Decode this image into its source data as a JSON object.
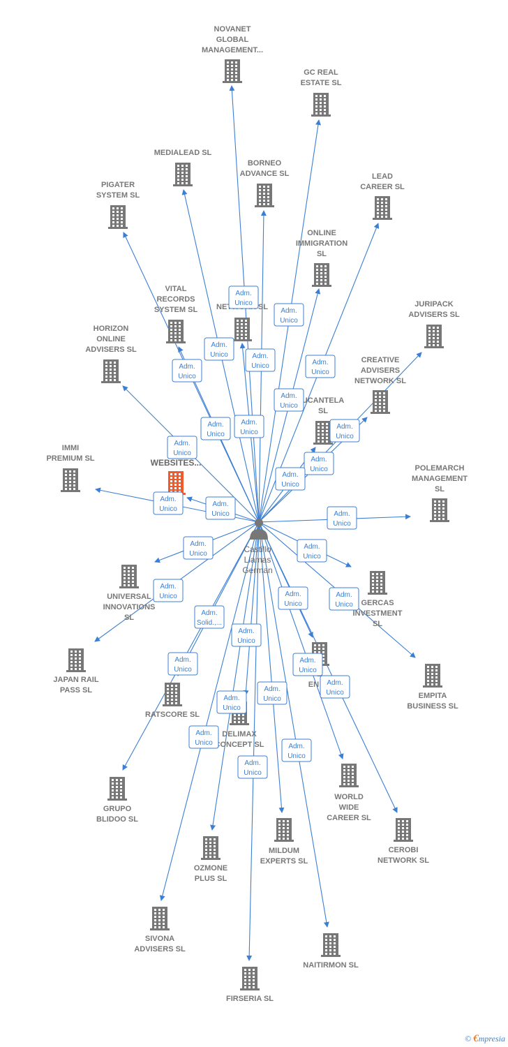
{
  "colors": {
    "edge": "#3b7fd4",
    "building": "#777777",
    "focus_building": "#ef5b2b",
    "person": "#777777"
  },
  "center": {
    "name": [
      "Castillo",
      "Llamas",
      "German"
    ],
    "icon": "person-icon"
  },
  "companies": [
    {
      "id": "novanet",
      "label": [
        "NOVANET",
        "GLOBAL",
        "MANAGEMENT..."
      ],
      "role": "Adm. Unico"
    },
    {
      "id": "gcreal",
      "label": [
        "GC REAL",
        "ESTATE  SL"
      ],
      "role": "Adm. Unico"
    },
    {
      "id": "medialead",
      "label": [
        "MEDIALEAD  SL"
      ],
      "role": "Adm. Unico"
    },
    {
      "id": "borneo",
      "label": [
        "BORNEO",
        "ADVANCE  SL"
      ],
      "role": "Adm. Unico"
    },
    {
      "id": "lead",
      "label": [
        "LEAD",
        "CAREER  SL"
      ],
      "role": "Adm. Unico"
    },
    {
      "id": "pigater",
      "label": [
        "PIGATER",
        "SYSTEM  SL"
      ],
      "role": "Adm. Unico"
    },
    {
      "id": "online",
      "label": [
        "ONLINE",
        "IMMIGRATION",
        "SL"
      ],
      "role": "Adm. Unico"
    },
    {
      "id": "vital",
      "label": [
        "VITAL",
        "RECORDS",
        "SYSTEM  SL"
      ],
      "role": "Adm. Unico"
    },
    {
      "id": "network",
      "label": [
        "P",
        "NETWORK SL"
      ],
      "role": "Adm. Unico"
    },
    {
      "id": "juripack",
      "label": [
        "JURIPACK",
        "ADVISERS  SL"
      ],
      "role": "Adm. Unico"
    },
    {
      "id": "horizon",
      "label": [
        "HORIZON",
        "ONLINE",
        "ADVISERS  SL"
      ],
      "role": "Adm. Unico"
    },
    {
      "id": "creative",
      "label": [
        "CREATIVE",
        "ADVISERS",
        "NETWORK  SL"
      ],
      "role": "Adm. Unico"
    },
    {
      "id": "ucantela",
      "label": [
        "UCANTELA",
        "SL"
      ],
      "role": "Adm. Unico"
    },
    {
      "id": "websites",
      "label": [
        "L",
        "TR",
        "WEBSITES..."
      ],
      "role": "Adm. Unico",
      "focus": true
    },
    {
      "id": "immi",
      "label": [
        "IMMI",
        "PREMIUM  SL"
      ],
      "role": "Adm. Unico"
    },
    {
      "id": "polemarch",
      "label": [
        "POLEMARCH",
        "MANAGEMENT",
        "SL"
      ],
      "role": "Adm. Unico"
    },
    {
      "id": "universal",
      "label": [
        "UNIVERSAL",
        "INNOVATIONS",
        "SL"
      ],
      "role": "Adm. Unico"
    },
    {
      "id": "gercas",
      "label": [
        "GERCAS",
        "INVESTMENT",
        "SL"
      ],
      "role": "Adm. Unico"
    },
    {
      "id": "japan",
      "label": [
        "JAPAN RAIL",
        "PASS  SL"
      ],
      "role": "Adm. Unico"
    },
    {
      "id": "empita",
      "label": [
        "EMPITA",
        "BUSINESS  SL"
      ],
      "role": "Adm. Unico"
    },
    {
      "id": "ratscore",
      "label": [
        "RATSCORE  SL"
      ],
      "role": "Adm. Solid.,..."
    },
    {
      "id": "bzen",
      "label": [
        "B",
        "EN  SL"
      ],
      "role": "Adm. Unico"
    },
    {
      "id": "delimax",
      "label": [
        "DELIMAX",
        "CONCEPT  SL"
      ],
      "role": "Adm. Unico"
    },
    {
      "id": "world",
      "label": [
        "WORLD",
        "WIDE",
        "CAREER  SL"
      ],
      "role": "Adm. Unico"
    },
    {
      "id": "grupo",
      "label": [
        "GRUPO",
        "BLIDOO SL"
      ],
      "role": "Adm. Unico"
    },
    {
      "id": "cerobi",
      "label": [
        "CEROBI",
        "NETWORK  SL"
      ],
      "role": "Adm. Unico"
    },
    {
      "id": "mildum",
      "label": [
        "MILDUM",
        "EXPERTS  SL"
      ],
      "role": "Adm. Unico"
    },
    {
      "id": "ozmone",
      "label": [
        "OZMONE",
        "PLUS  SL"
      ],
      "role": "Adm. Unico"
    },
    {
      "id": "sivona",
      "label": [
        "SIVONA",
        "ADVISERS  SL"
      ],
      "role": "Adm. Unico"
    },
    {
      "id": "naitirmon",
      "label": [
        "NAITIRMON  SL"
      ],
      "role": "Adm. Unico"
    },
    {
      "id": "firseria",
      "label": [
        "FIRSERIA SL"
      ],
      "role": "Adm. Unico"
    }
  ],
  "footer": {
    "copyright": "©",
    "brand_initial": "€",
    "brand_rest": "mpresia"
  }
}
